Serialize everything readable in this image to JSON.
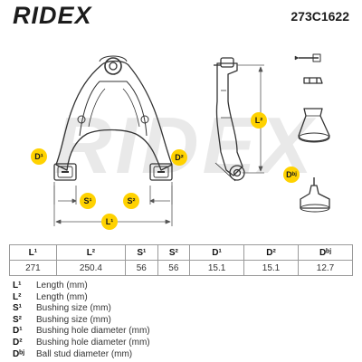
{
  "brand": "RIDEX",
  "part_number": "273C1622",
  "watermark": "RIDEX",
  "tags": {
    "d1": "D¹",
    "d2": "D²",
    "dbj": "Dᵇʲ",
    "s1": "S¹",
    "s2": "S²",
    "l1": "L¹",
    "l2": "L²"
  },
  "table": {
    "headers": [
      "L¹",
      "L²",
      "S¹",
      "S²",
      "D¹",
      "D²",
      "Dᵇʲ"
    ],
    "values": [
      "271",
      "250.4",
      "56",
      "56",
      "15.1",
      "15.1",
      "12.7"
    ]
  },
  "legend": [
    {
      "symbol": "L¹",
      "desc": "Length (mm)"
    },
    {
      "symbol": "L²",
      "desc": "Length (mm)"
    },
    {
      "symbol": "S¹",
      "desc": "Bushing size (mm)"
    },
    {
      "symbol": "S²",
      "desc": "Bushing size (mm)"
    },
    {
      "symbol": "D¹",
      "desc": "Bushing hole diameter (mm)"
    },
    {
      "symbol": "D²",
      "desc": "Bushing hole diameter (mm)"
    },
    {
      "symbol": "Dᵇʲ",
      "desc": "Ball stud diameter (mm)"
    }
  ],
  "colors": {
    "tag": "#ffd200",
    "line": "#333333",
    "watermark": "#e9e9e9"
  }
}
